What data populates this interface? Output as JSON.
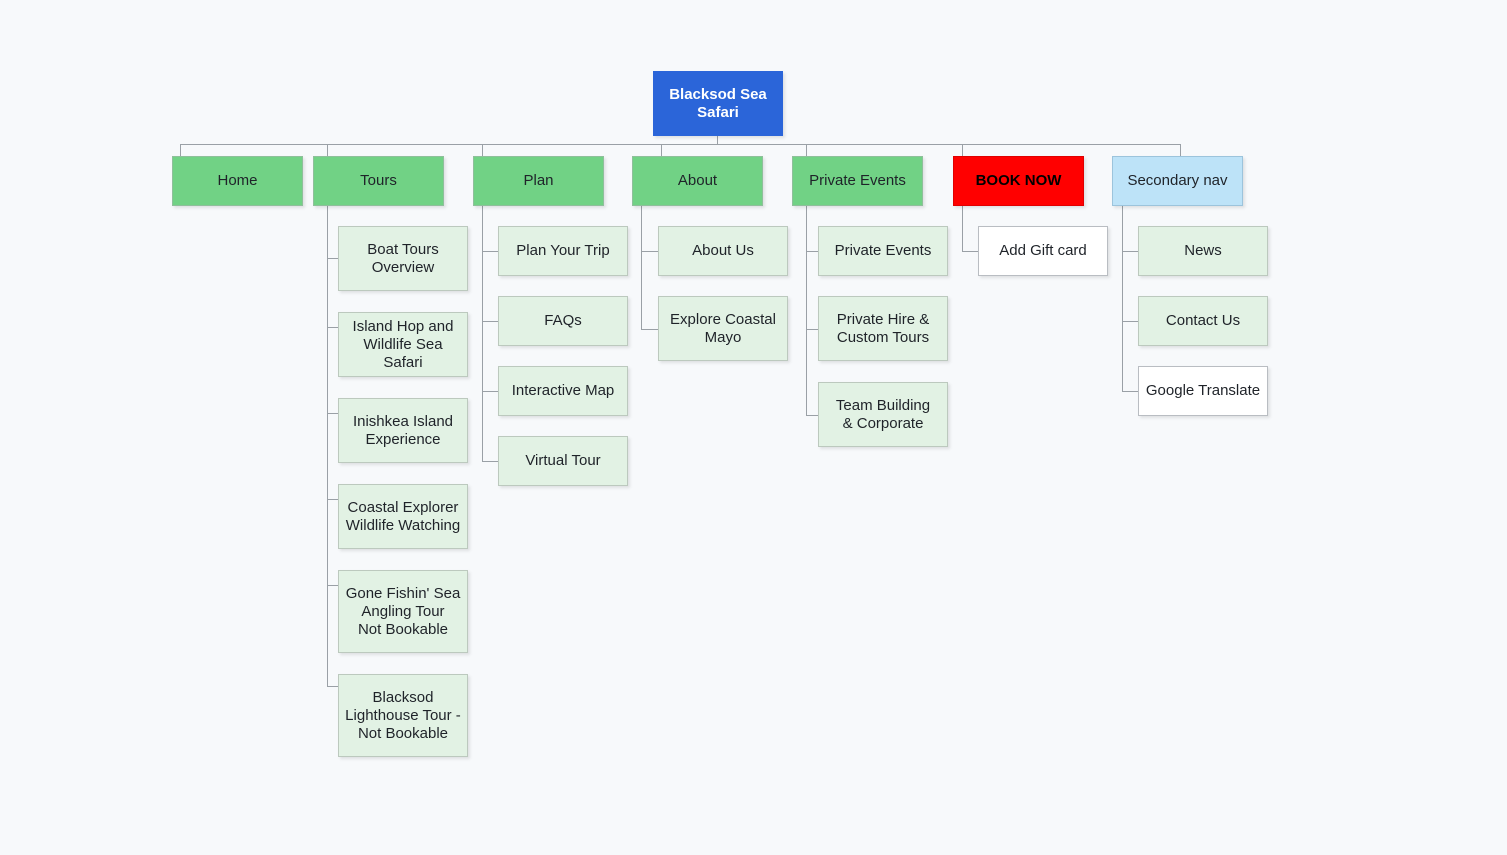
{
  "diagram": {
    "type": "sitemap-tree",
    "background_color": "#f7f9fb",
    "colors": {
      "root": "#2b65d9",
      "nav": "#71d285",
      "leaf": "#e2f2e4",
      "book_now": "#ff0000",
      "secondary_nav": "#bde3f8",
      "plain": "#ffffff",
      "connector": "#9aa0a6"
    },
    "root": {
      "label": "Blacksod Sea\nSafari"
    },
    "nav": [
      {
        "label": "Home"
      },
      {
        "label": "Tours"
      },
      {
        "label": "Plan"
      },
      {
        "label": "About"
      },
      {
        "label": "Private Events"
      },
      {
        "label": "BOOK NOW"
      },
      {
        "label": "Secondary nav"
      }
    ],
    "tours_children": [
      {
        "label": "Boat Tours\nOverview"
      },
      {
        "label": "Island Hop and\nWildlife Sea Safari"
      },
      {
        "label": "Inishkea Island\nExperience"
      },
      {
        "label": "Coastal Explorer\nWildlife Watching"
      },
      {
        "label": "Gone Fishin' Sea\nAngling Tour\nNot Bookable"
      },
      {
        "label": "Blacksod\nLighthouse Tour -\nNot Bookable"
      }
    ],
    "plan_children": [
      {
        "label": "Plan Your Trip"
      },
      {
        "label": "FAQs"
      },
      {
        "label": "Interactive Map"
      },
      {
        "label": "Virtual Tour"
      }
    ],
    "about_children": [
      {
        "label": "About Us"
      },
      {
        "label": "Explore Coastal\nMayo"
      }
    ],
    "private_events_children": [
      {
        "label": "Private Events"
      },
      {
        "label": "Private Hire &\nCustom Tours"
      },
      {
        "label": "Team Building\n& Corporate"
      }
    ],
    "book_now_children": [
      {
        "label": "Add Gift card"
      }
    ],
    "secondary_nav_children": [
      {
        "label": "News"
      },
      {
        "label": "Contact Us"
      },
      {
        "label": "Google Translate"
      }
    ]
  }
}
